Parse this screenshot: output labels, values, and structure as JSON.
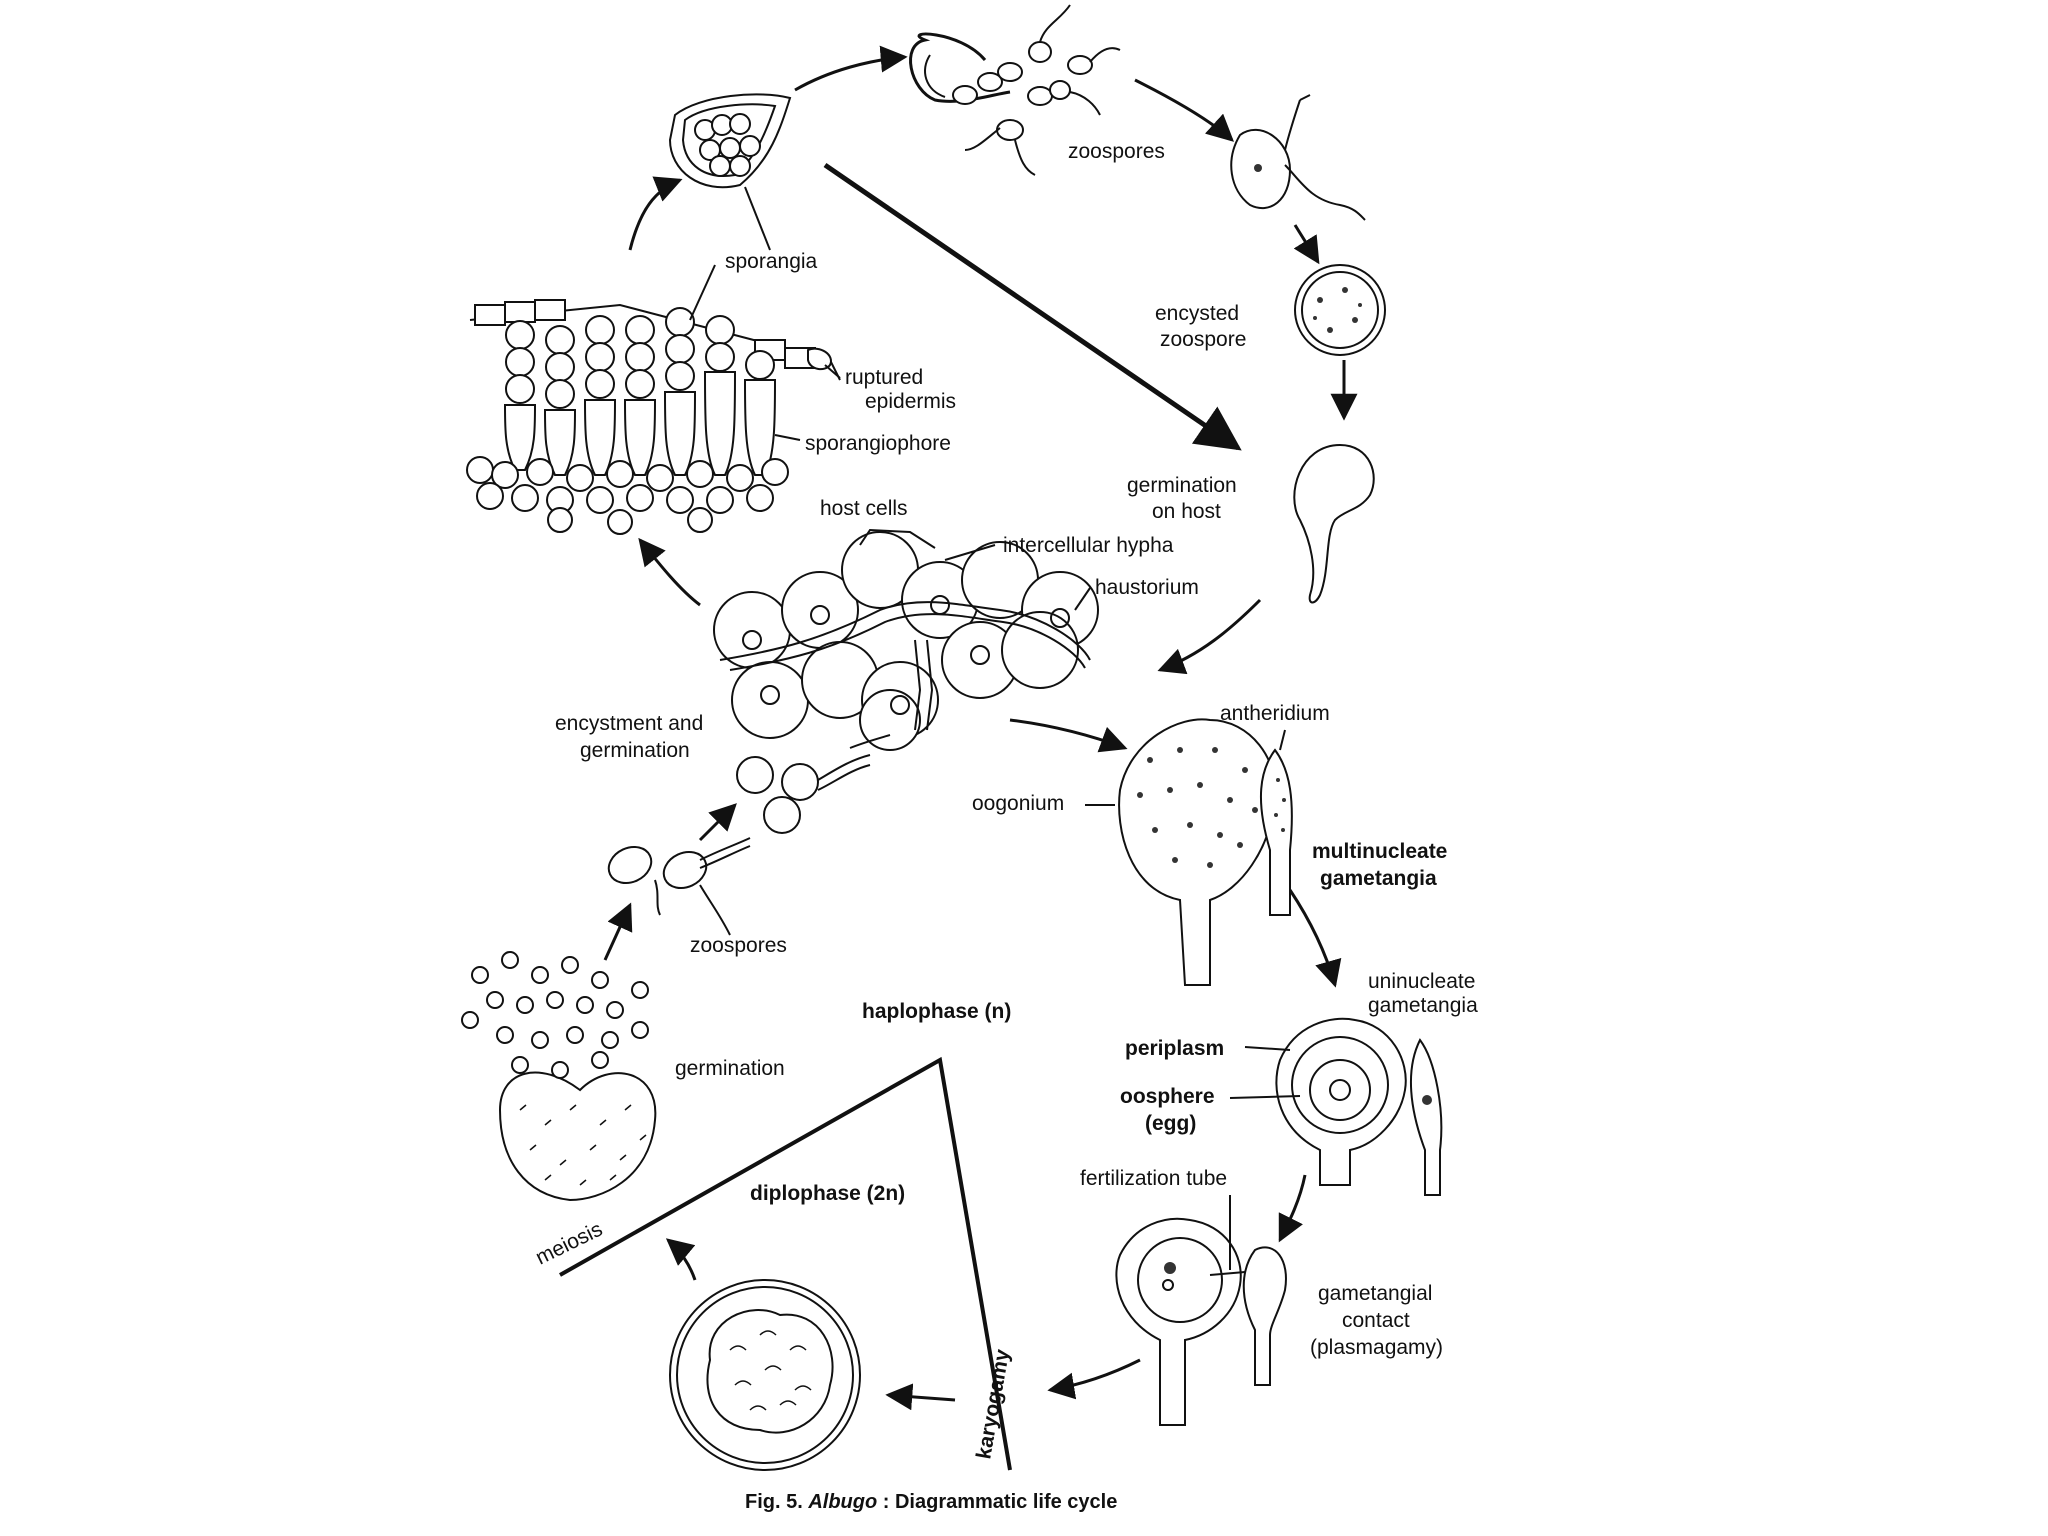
{
  "labels": {
    "sporangia": "sporangia",
    "ruptured_epidermis_1": "ruptured",
    "ruptured_epidermis_2": "epidermis",
    "sporangiophore": "sporangiophore",
    "host_cells": "host cells",
    "intercellular_hypha": "intercellular  hypha",
    "haustorium": "haustorium",
    "zoospores_top": "zoospores",
    "encysted_zoospore_1": "encysted",
    "encysted_zoospore_2": "zoospore",
    "germination_on_host_1": "germination",
    "germination_on_host_2": "on  host",
    "encystment_1": "encystment  and",
    "encystment_2": "germination",
    "zoospores_bottom": "zoospores",
    "antheridium": "antheridium",
    "oogonium": "oogonium",
    "multinucleate_1": "multinucleate",
    "multinucleate_2": "gametangia",
    "uninucleate_1": "uninucleate",
    "uninucleate_2": "gametangia",
    "periplasm": "periplasm",
    "oosphere_1": "oosphere",
    "oosphere_2": "(egg)",
    "fertilization_tube": "fertilization  tube",
    "gametangial_1": "gametangial",
    "gametangial_2": "contact",
    "gametangial_3": "(plasmagamy)",
    "germination": "germination",
    "meiosis": "meiosis",
    "karyogamy": "karyogamy",
    "haplophase": "haplophase (n)",
    "diplophase": "diplophase (2n)"
  },
  "caption": {
    "prefix": "Fig. 5. ",
    "genus": "Albugo",
    "suffix": " : Diagrammatic life cycle"
  }
}
